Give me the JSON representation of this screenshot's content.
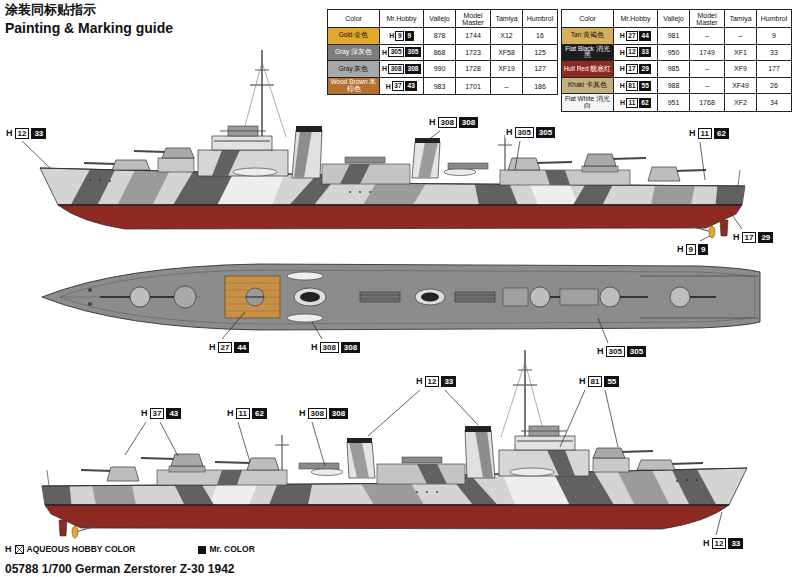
{
  "diagram": {
    "title": "Painting & Marking guide",
    "caption": "05788 1/700 German Zerstorer Z-30 1942",
    "labels": [
      "涂装同标贴指示",
      "Color",
      "Mr.Hobby",
      "Vallejo",
      "Model Master",
      "Tamiya",
      "Humbrol",
      "H",
      "9",
      "9",
      "878",
      "1744",
      "X12",
      "16",
      "H",
      "305",
      "305",
      "868",
      "1723",
      "XF58",
      "125",
      "H",
      "308",
      "308",
      "990",
      "1728",
      "XF19",
      "127",
      "H",
      "37",
      "43",
      "983",
      "1701",
      "–",
      "186",
      "Color",
      "Mr.Hobby",
      "Vallejo",
      "Model Master",
      "Tamiya",
      "Humbrol",
      "H",
      "27",
      "44",
      "981",
      "–",
      "–",
      "9",
      "H",
      "12",
      "33",
      "950",
      "1749",
      "XF1",
      "33",
      "H",
      "17",
      "29",
      "985",
      "–",
      "XF9",
      "177",
      "H",
      "81",
      "55",
      "988",
      "–",
      "XF49",
      "26",
      "H",
      "11",
      "62",
      "951",
      "1768",
      "XF2",
      "34",
      "H",
      "12",
      "33",
      "H",
      "308",
      "308",
      "H",
      "305",
      "305",
      "H",
      "11",
      "62",
      "H",
      "9",
      "9",
      "H",
      "17",
      "29",
      "H",
      "27",
      "44",
      "H",
      "308",
      "308",
      "H",
      "305",
      "305",
      "H",
      "37",
      "43",
      "H",
      "11",
      "62",
      "H",
      "308",
      "308",
      "H",
      "12",
      "33",
      "H",
      "81",
      "55",
      "H",
      "12",
      "33",
      "H"
    ],
    "legend": [
      {
        "text": "Gold 金色",
        "color": "#e3a82b"
      },
      {
        "text": "Gray 深灰色",
        "color": "#7d7d7d"
      },
      {
        "text": "Gray 灰色",
        "color": "#a8a8a8"
      },
      {
        "text": "Wood Brown 木棕色",
        "color": "#b5702f"
      },
      {
        "text": "Tan 黄褐色",
        "color": "#d7ae5b"
      },
      {
        "text": "Flat Black 消光黑",
        "color": "#1c1c1c"
      },
      {
        "text": "Hull Red 舰底红",
        "color": "#8f2a22"
      },
      {
        "text": "Khaki 卡其色",
        "color": "#c3b07f"
      },
      {
        "text": "Flat White 消光白",
        "color": "#f5f5f5"
      },
      {
        "text": "AQUEOUS HOBBY COLOR"
      },
      {
        "text": "Mr. COLOR"
      }
    ]
  }
}
